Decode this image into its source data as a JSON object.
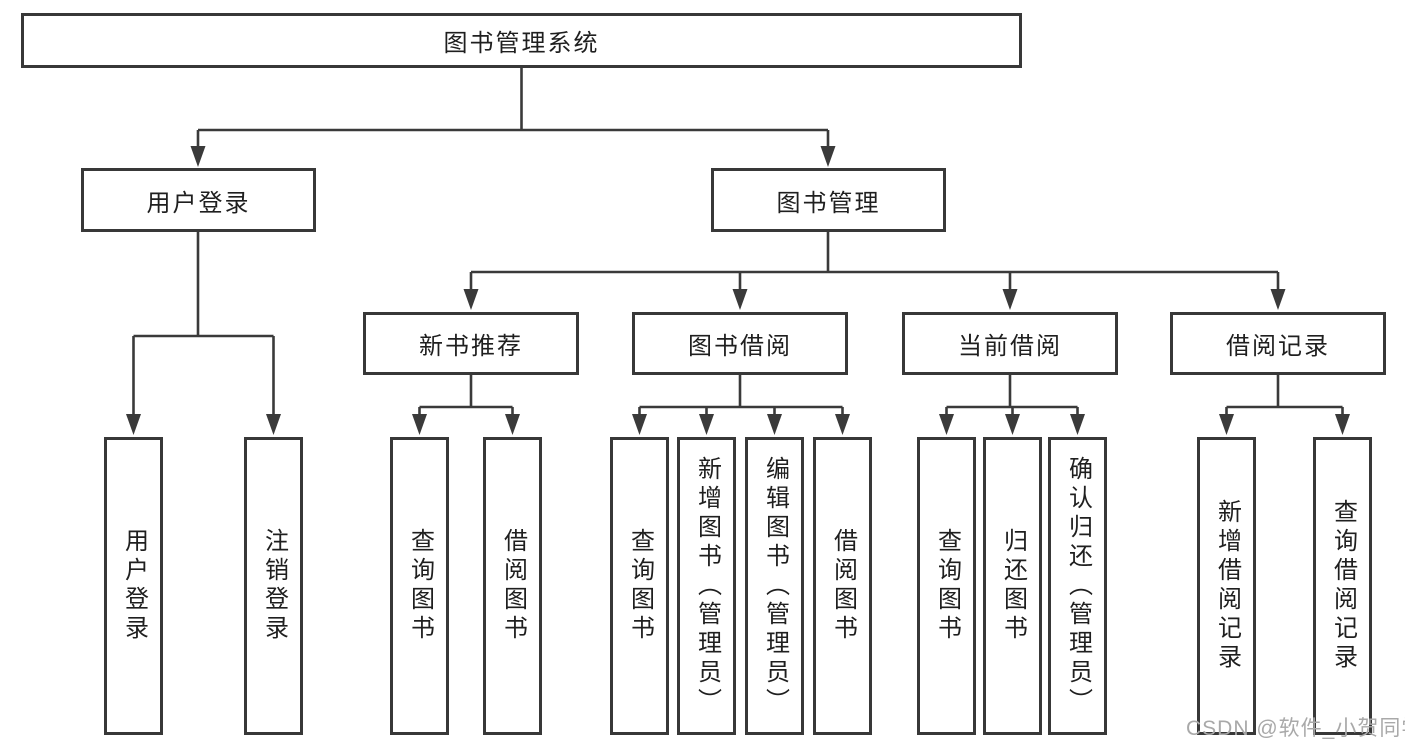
{
  "diagram_title": "图书管理系统",
  "nodes": {
    "root": "图书管理系统",
    "user_login": "用户登录",
    "book_management": "图书管理",
    "new_book_recommend": "新书推荐",
    "book_borrow": "图书借阅",
    "current_borrow": "当前借阅",
    "borrow_records": "借阅记录",
    "leaf_user_login": "用户登录",
    "leaf_logout": "注销登录",
    "leaf_rec_query_books": "查询图书",
    "leaf_rec_borrow_books": "借阅图书",
    "leaf_bb_query_books": "查询图书",
    "leaf_bb_add_books": "新增图书（管理员）",
    "leaf_bb_edit_books": "编辑图书（管理员）",
    "leaf_bb_borrow_books": "借阅图书",
    "leaf_cb_query_books": "查询图书",
    "leaf_cb_return_books": "归还图书",
    "leaf_cb_confirm_return": "确认归还（管理员）",
    "leaf_br_add_record": "新增借阅记录",
    "leaf_br_query_record": "查询借阅记录"
  },
  "edges": [
    [
      "root",
      "user_login"
    ],
    [
      "root",
      "book_management"
    ],
    [
      "user_login",
      "leaf_user_login"
    ],
    [
      "user_login",
      "leaf_logout"
    ],
    [
      "book_management",
      "new_book_recommend"
    ],
    [
      "book_management",
      "book_borrow"
    ],
    [
      "book_management",
      "current_borrow"
    ],
    [
      "book_management",
      "borrow_records"
    ],
    [
      "new_book_recommend",
      "leaf_rec_query_books"
    ],
    [
      "new_book_recommend",
      "leaf_rec_borrow_books"
    ],
    [
      "book_borrow",
      "leaf_bb_query_books"
    ],
    [
      "book_borrow",
      "leaf_bb_add_books"
    ],
    [
      "book_borrow",
      "leaf_bb_edit_books"
    ],
    [
      "book_borrow",
      "leaf_bb_borrow_books"
    ],
    [
      "current_borrow",
      "leaf_cb_query_books"
    ],
    [
      "current_borrow",
      "leaf_cb_return_books"
    ],
    [
      "current_borrow",
      "leaf_cb_confirm_return"
    ],
    [
      "borrow_records",
      "leaf_br_add_record"
    ],
    [
      "borrow_records",
      "leaf_br_query_record"
    ]
  ],
  "watermark": {
    "text": "CSDN @软件_小贺同学"
  },
  "colors": {
    "line": "#3a3a3a",
    "box_border": "#383838",
    "text": "#1f1f1f",
    "watermark": "#a9a9a9"
  }
}
